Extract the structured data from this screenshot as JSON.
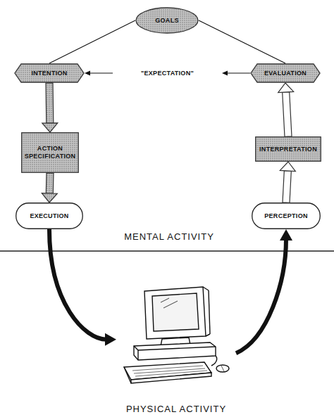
{
  "diagram": {
    "nodes": [
      {
        "text": [
          "GOALS"
        ]
      },
      {
        "text": [
          "INTENTION"
        ]
      },
      {
        "text": [
          "\"EXPECTATION\""
        ]
      },
      {
        "text": [
          "EVALUATION"
        ]
      },
      {
        "text": [
          "ACTION SPECIFICATION"
        ]
      },
      {
        "text": [
          "INTERPRETATION"
        ]
      },
      {
        "text": [
          "EXECUTION"
        ]
      },
      {
        "text": [
          "PERCEPTION"
        ]
      },
      {
        "text": [
          "PHYSICAL ACTIVITY"
        ]
      }
    ],
    "edges": [
      {
        "from": 0,
        "to": 1,
        "arrow": "none"
      },
      {
        "from": 0,
        "to": 3,
        "arrow": "none"
      },
      {
        "from": 2,
        "to": 1,
        "arrow": "to"
      },
      {
        "from": 3,
        "to": 2,
        "arrow": "to"
      },
      {
        "from": 1,
        "to": 4,
        "arrow": "to"
      },
      {
        "from": 4,
        "to": 6,
        "arrow": "to"
      },
      {
        "from": 6,
        "to": 8,
        "arrow": "to"
      },
      {
        "from": 8,
        "to": 7,
        "arrow": "to"
      },
      {
        "from": 7,
        "to": 5,
        "arrow": "to"
      },
      {
        "from": 5,
        "to": 3,
        "arrow": "to"
      }
    ],
    "labels": [
      "MENTAL ACTIVITY"
    ]
  }
}
